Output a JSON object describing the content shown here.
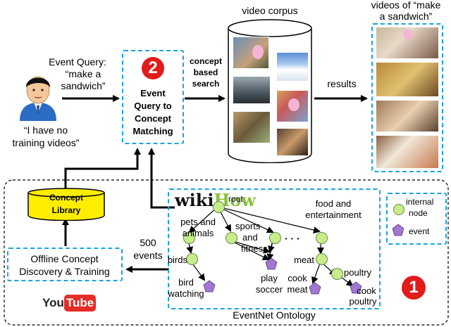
{
  "query": {
    "event_query_label": "Event Query:",
    "event_query_text_1": "“make a",
    "event_query_text_2": "sandwich”",
    "user_quote_1": "“I have no",
    "user_quote_2": "training videos”"
  },
  "step2": {
    "number": "2",
    "line1": "Event",
    "line2": "Query to",
    "line3": "Concept",
    "line4": "Matching"
  },
  "search": {
    "line1": "concept",
    "line2": "based",
    "line3": "search"
  },
  "corpus": {
    "title": "video corpus"
  },
  "results": {
    "label": "results",
    "title_1": "videos of “make",
    "title_2": "a sandwich”"
  },
  "library": {
    "line1": "Concept",
    "line2": "Library"
  },
  "offline": {
    "line1": "Offline Concept",
    "line2": "Discovery & Training"
  },
  "events_count": {
    "line1": "500",
    "line2": "events"
  },
  "youtube": {
    "you": "You",
    "tube": "Tube"
  },
  "ontology": {
    "wiki": "wiki",
    "how": "How",
    "root": "root",
    "food": "food and",
    "food2": "entertainment",
    "pets": "pets and",
    "pets2": "animals",
    "sports": "sports",
    "sports2": "and",
    "sports3": "fitness",
    "dots": "· · ·",
    "birds": "birds",
    "meat": "meat",
    "poultry": "poultry",
    "bird_watching": "bird",
    "bird_watching2": "watching",
    "play_soccer": "play",
    "play_soccer2": "soccer",
    "cook_meat": "cook",
    "cook_meat2": "meat",
    "cook_poultry": "cook",
    "cook_poultry2": "poultry",
    "caption": "EventNet Ontology"
  },
  "legend": {
    "internal_1": "internal",
    "internal_2": "node",
    "event": "event"
  },
  "step1": {
    "number": "1"
  },
  "colors": {
    "accent_blue": "#1aa4e0",
    "step_red": "#e21b1b",
    "node_green": "#c6ec8c",
    "event_purple": "#a078d0",
    "library_yellow": "#ffee00",
    "wiki_green": "#8bbf3c"
  }
}
